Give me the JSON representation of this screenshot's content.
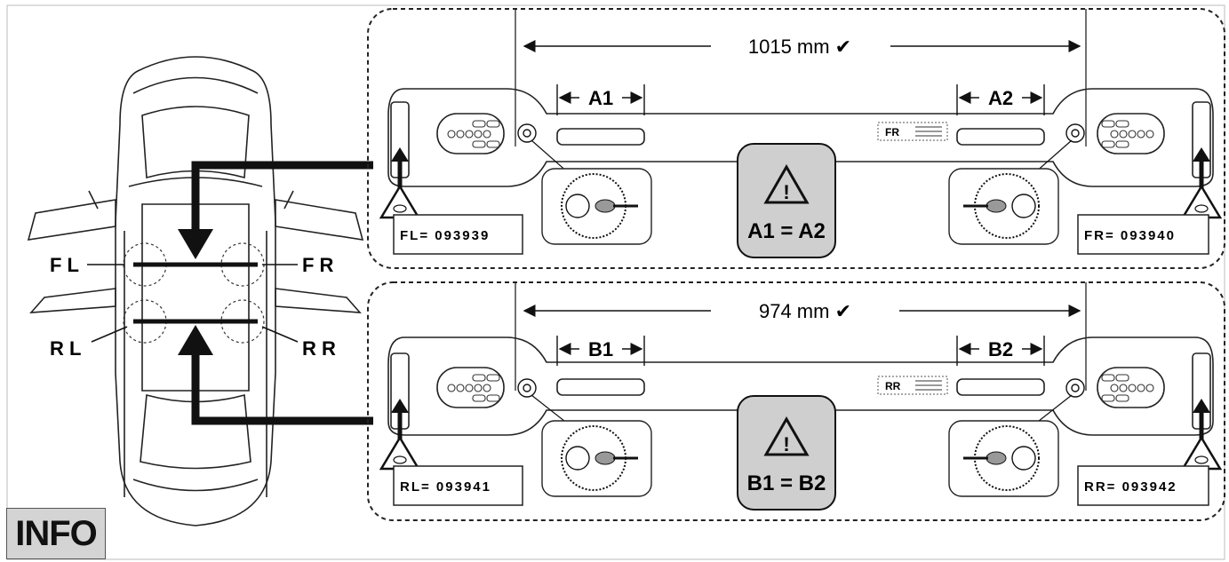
{
  "wheel_labels": {
    "front_left": "F L",
    "front_right": "F R",
    "rear_left": "R L",
    "rear_right": "R R"
  },
  "front_panel": {
    "width_label": "1015 mm ✔",
    "left_dimension": "A1",
    "right_dimension": "A2",
    "warning_text": "A1 = A2",
    "left_code": "FL= 093939",
    "right_code": "FR= 093940",
    "side_tag": "FR"
  },
  "rear_panel": {
    "width_label": "974 mm ✔",
    "left_dimension": "B1",
    "right_dimension": "B2",
    "warning_text": "B1 = B2",
    "left_code": "RL= 093941",
    "right_code": "RR= 093942",
    "side_tag": "RR"
  },
  "info_label": "INFO",
  "icons": [
    "car-top-view-icon",
    "warning-triangle-icon",
    "eye-warning-icon",
    "adjustment-dial-icon",
    "keypad-icon",
    "bolt-icon"
  ],
  "colors": {
    "line": "#111111",
    "warning_fill": "#cfcfcf",
    "info_fill": "#d4d4d4"
  }
}
